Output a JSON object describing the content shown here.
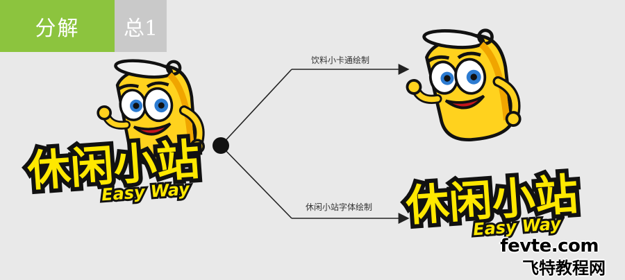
{
  "header": {
    "tab_main": "分解",
    "tab_sub": "总1"
  },
  "branches": {
    "top_label": "饮料小卡通绘制",
    "bottom_label": "休闲小站字体绘制"
  },
  "logo": {
    "title_zh": "休闲小站",
    "title_en": "Easy Way"
  },
  "watermark": {
    "site": "fevte.com",
    "name": "飞特教程网"
  },
  "colors": {
    "accent_green": "#8cc43e",
    "tab_gray": "#c9c9c9",
    "mascot_yellow": "#ffd21e",
    "logo_yellow": "#ffe800"
  }
}
